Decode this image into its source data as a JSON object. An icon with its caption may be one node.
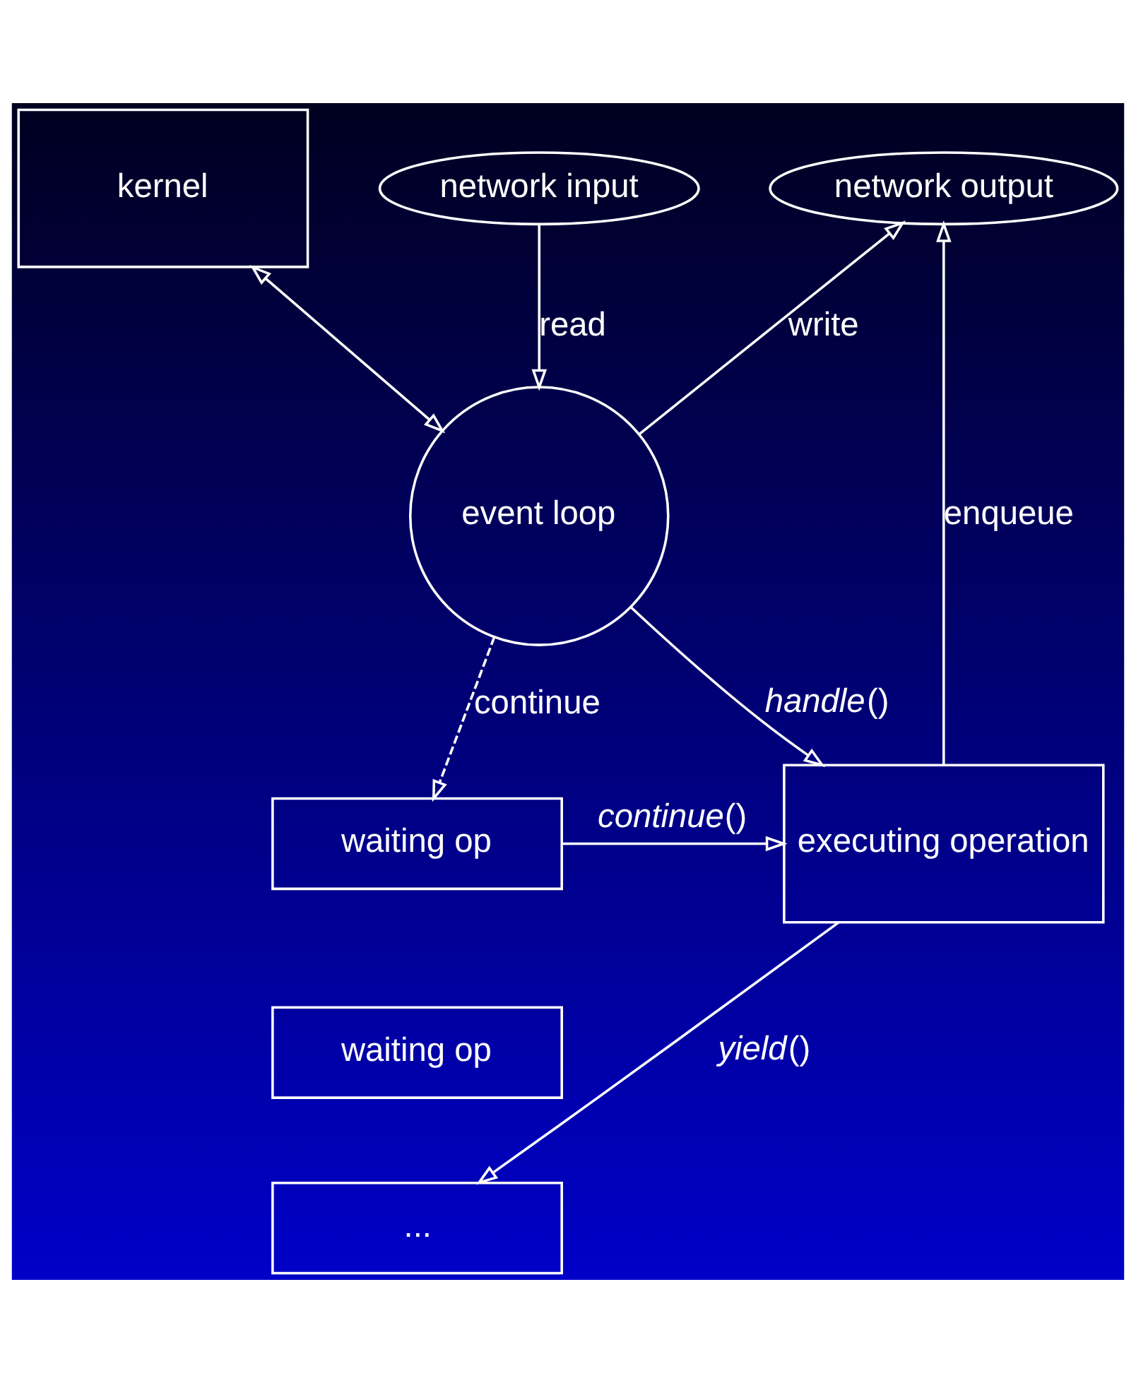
{
  "diagram": {
    "nodes": [
      {
        "text": [
          "kernel"
        ]
      },
      {
        "text": [
          "network output"
        ]
      },
      {
        "text": [
          "network input"
        ]
      },
      {
        "text": [
          "event loop"
        ]
      },
      {
        "text": [
          "executing operation"
        ]
      },
      {
        "text": [
          "waiting op"
        ]
      },
      {
        "text": [
          "waiting op"
        ]
      },
      {
        "text": [
          "..."
        ]
      }
    ],
    "edges": [
      {
        "from": 0,
        "to": 3,
        "arrow": "both"
      },
      {
        "from": 3,
        "to": 1,
        "arrow": "to",
        "label": "write"
      },
      {
        "from": 2,
        "to": 3,
        "arrow": "to",
        "label": "read"
      },
      {
        "from": 3,
        "to": 4,
        "arrow": "to",
        "label": "*handle*()"
      },
      {
        "from": 3,
        "to": 5,
        "arrow": "to",
        "label": "continue",
        "style": "dashed"
      },
      {
        "from": 4,
        "to": 1,
        "arrow": "to",
        "label": "enqueue"
      },
      {
        "from": 5,
        "to": 4,
        "arrow": "to",
        "label": "*continue*()"
      },
      {
        "from": 4,
        "to": 7,
        "arrow": "to",
        "label": "*yield*()"
      }
    ]
  }
}
